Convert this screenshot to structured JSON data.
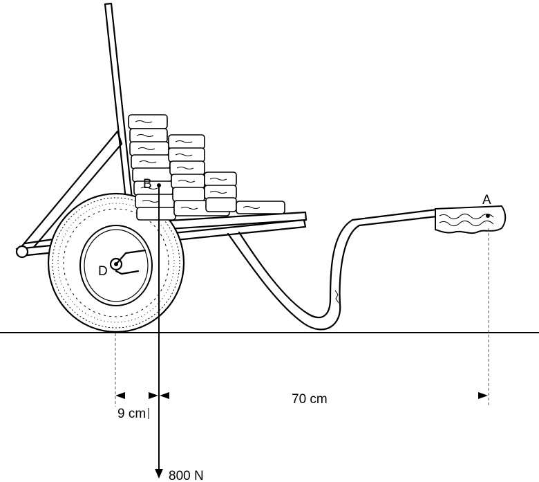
{
  "labels": {
    "point_a": "A",
    "point_b": "B",
    "point_d": "D",
    "dist_db": "9 cm",
    "dist_ba": "70 cm",
    "force": "800 N"
  },
  "icons": [
    "wheelbarrow-illustration",
    "bricks-load",
    "force-arrow",
    "dimension-arrows"
  ]
}
